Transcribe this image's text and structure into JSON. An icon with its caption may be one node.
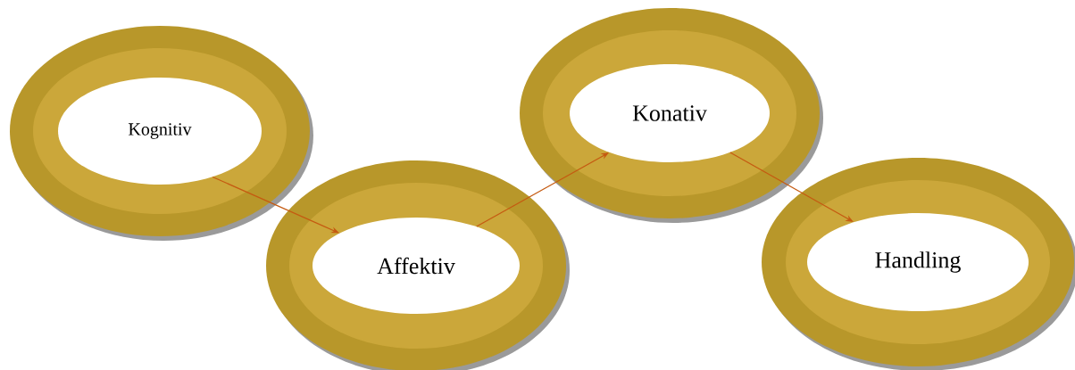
{
  "diagram": {
    "nodes": [
      {
        "text": [
          "Kognitiv"
        ]
      },
      {
        "text": [
          "Affektiv"
        ]
      },
      {
        "text": [
          "Konativ"
        ]
      },
      {
        "text": [
          "Handling"
        ]
      }
    ],
    "edges": [
      {
        "from": 0,
        "to": 1,
        "arrow": "to"
      },
      {
        "from": 1,
        "to": 2,
        "arrow": "to"
      },
      {
        "from": 2,
        "to": 3,
        "arrow": "to"
      }
    ]
  }
}
